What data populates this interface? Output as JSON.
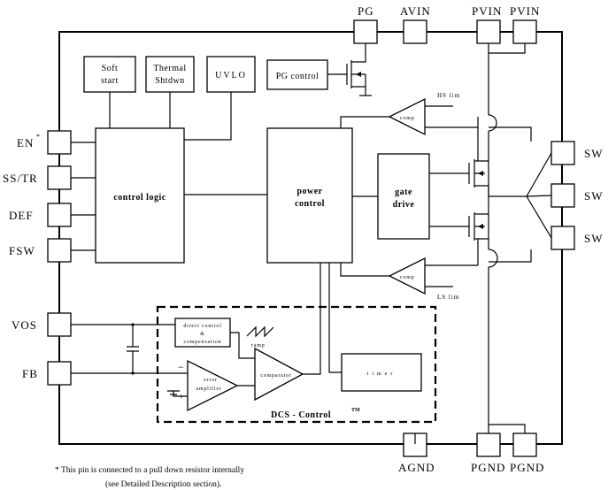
{
  "pins": {
    "left": {
      "en": "EN",
      "en_mark": "*",
      "ss_tr": "SS/TR",
      "def": "DEF",
      "fsw": "FSW",
      "vos": "VOS",
      "fb": "FB"
    },
    "top": {
      "pg": "PG",
      "avin": "AVIN",
      "pvin_1": "PVIN",
      "pvin_2": "PVIN"
    },
    "right": {
      "sw_1": "SW",
      "sw_2": "SW",
      "sw_3": "SW"
    },
    "bottom": {
      "agnd": "AGND",
      "pgnd_1": "PGND",
      "pgnd_2": "PGND"
    }
  },
  "blocks": {
    "soft_start_line1": "Soft",
    "soft_start_line2": "start",
    "thermal_line1": "Thermal",
    "thermal_line2": "Shtdwn",
    "uvlo": "UVLO",
    "pg_control": "PG control",
    "control_logic": "control logic",
    "power_control_line1": "power",
    "power_control_line2": "control",
    "gate_drive_line1": "gate",
    "gate_drive_line2": "drive",
    "comp_top": "comp",
    "comp_bottom": "comp",
    "hs_lim": "HS lim",
    "ls_lim": "LS lim",
    "direct_control_line1": "direct control",
    "direct_control_line2": "&",
    "direct_control_line3": "compensation",
    "ramp": "ramp",
    "error_amplifier_line1": "error",
    "error_amplifier_line2": "amplifier",
    "comparator": "comparator",
    "timer": "timer",
    "minus": "−",
    "plus": "+",
    "dcs_control": "DCS - Control",
    "dcs_tm": "TM"
  },
  "footnote": {
    "line1": "* This pin is connected to a pull down resistor internally",
    "line2": "(see Detailed Description section)."
  }
}
